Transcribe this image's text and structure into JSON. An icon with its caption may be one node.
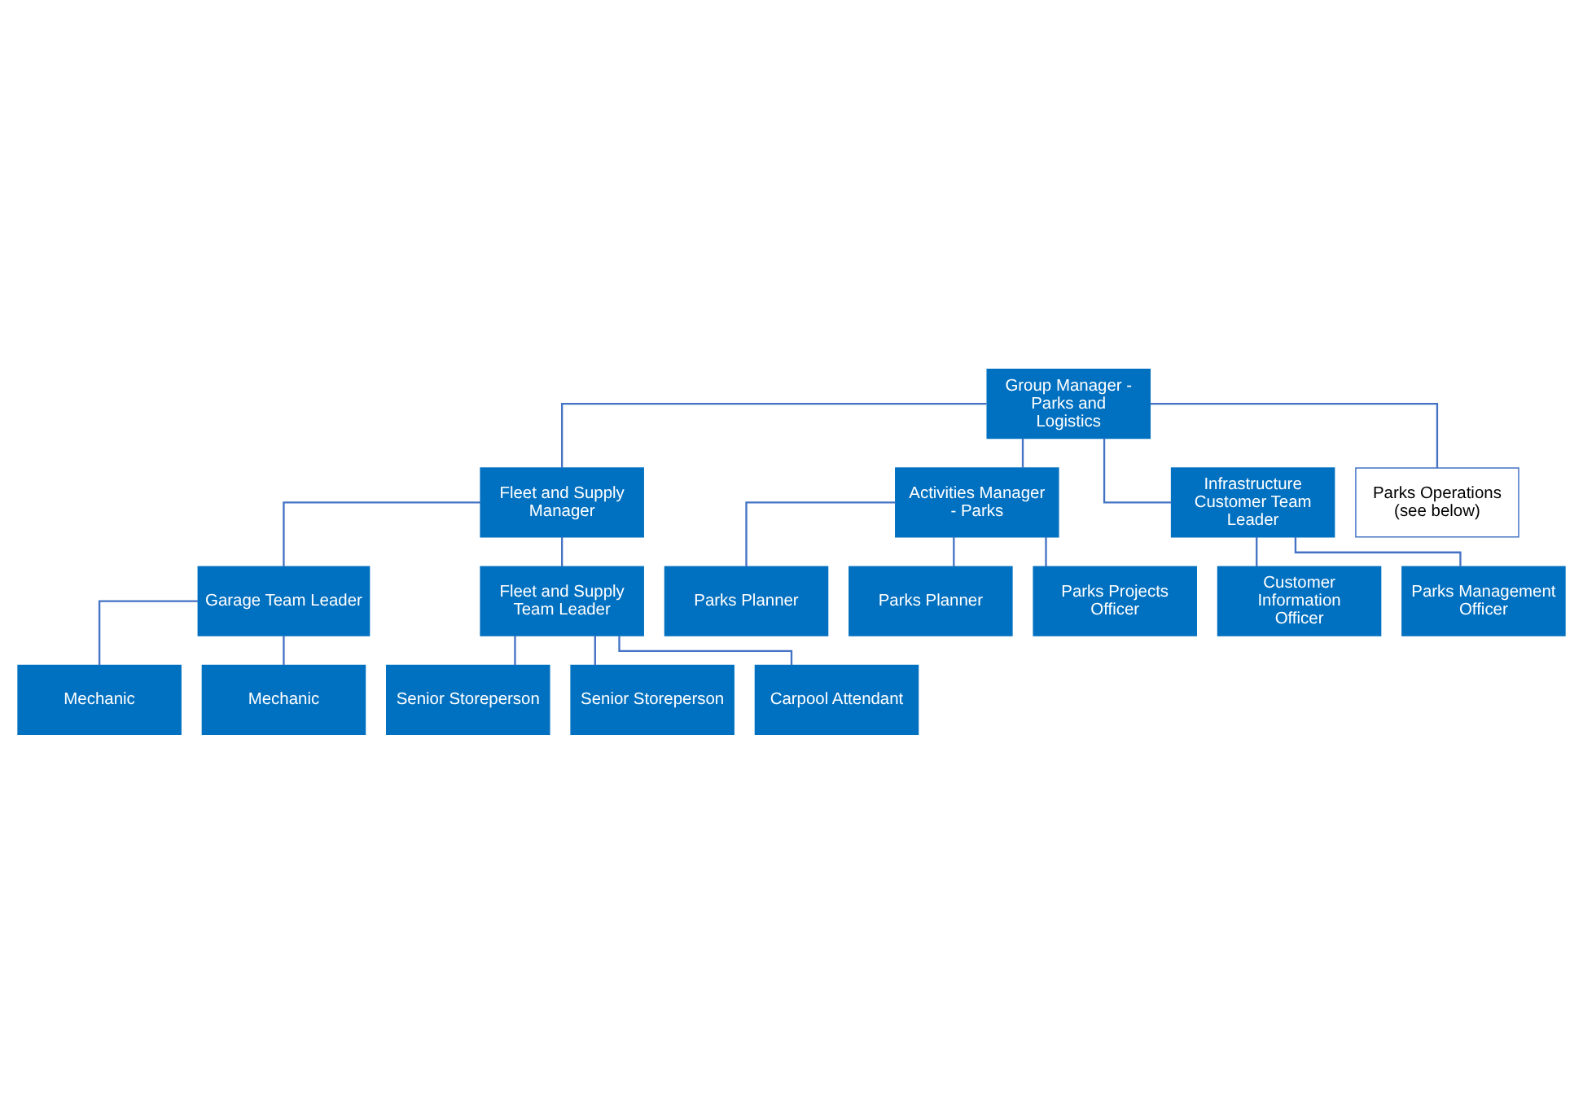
{
  "diagram": {
    "nodes": [
      {
        "text": [
          "Group Manager - Parks and Logistics"
        ]
      },
      {
        "text": [
          "Fleet and Supply Manager"
        ]
      },
      {
        "text": [
          "Activities Manager - Parks"
        ]
      },
      {
        "text": [
          "Infrastructure Customer Team Leader"
        ]
      },
      {
        "text": [
          "Parks Operations (see below)"
        ]
      },
      {
        "text": [
          "Garage Team Leader"
        ]
      },
      {
        "text": [
          "Fleet and Supply Team Leader"
        ]
      },
      {
        "text": [
          "Mechanic"
        ]
      },
      {
        "text": [
          "Mechanic"
        ]
      },
      {
        "text": [
          "Senior Storeperson"
        ]
      },
      {
        "text": [
          "Senior Storeperson"
        ]
      },
      {
        "text": [
          "Carpool Attendant"
        ]
      },
      {
        "text": [
          "Parks Planner"
        ]
      },
      {
        "text": [
          "Parks Planner"
        ]
      },
      {
        "text": [
          "Parks Projects Officer"
        ]
      },
      {
        "text": [
          "Customer Information Officer"
        ]
      },
      {
        "text": [
          "Parks Management Officer"
        ]
      }
    ],
    "edges": [
      {
        "from": 0,
        "to": 1,
        "arrow": "none"
      },
      {
        "from": 0,
        "to": 2,
        "arrow": "none"
      },
      {
        "from": 0,
        "to": 3,
        "arrow": "none"
      },
      {
        "from": 0,
        "to": 4,
        "arrow": "none"
      },
      {
        "from": 1,
        "to": 5,
        "arrow": "none"
      },
      {
        "from": 1,
        "to": 6,
        "arrow": "none"
      },
      {
        "from": 5,
        "to": 7,
        "arrow": "none"
      },
      {
        "from": 5,
        "to": 8,
        "arrow": "none"
      },
      {
        "from": 6,
        "to": 9,
        "arrow": "none"
      },
      {
        "from": 6,
        "to": 10,
        "arrow": "none"
      },
      {
        "from": 6,
        "to": 11,
        "arrow": "none"
      },
      {
        "from": 2,
        "to": 12,
        "arrow": "none"
      },
      {
        "from": 2,
        "to": 13,
        "arrow": "none"
      },
      {
        "from": 2,
        "to": 14,
        "arrow": "none"
      },
      {
        "from": 3,
        "to": 15,
        "arrow": "none"
      },
      {
        "from": 3,
        "to": 16,
        "arrow": "none"
      }
    ]
  }
}
